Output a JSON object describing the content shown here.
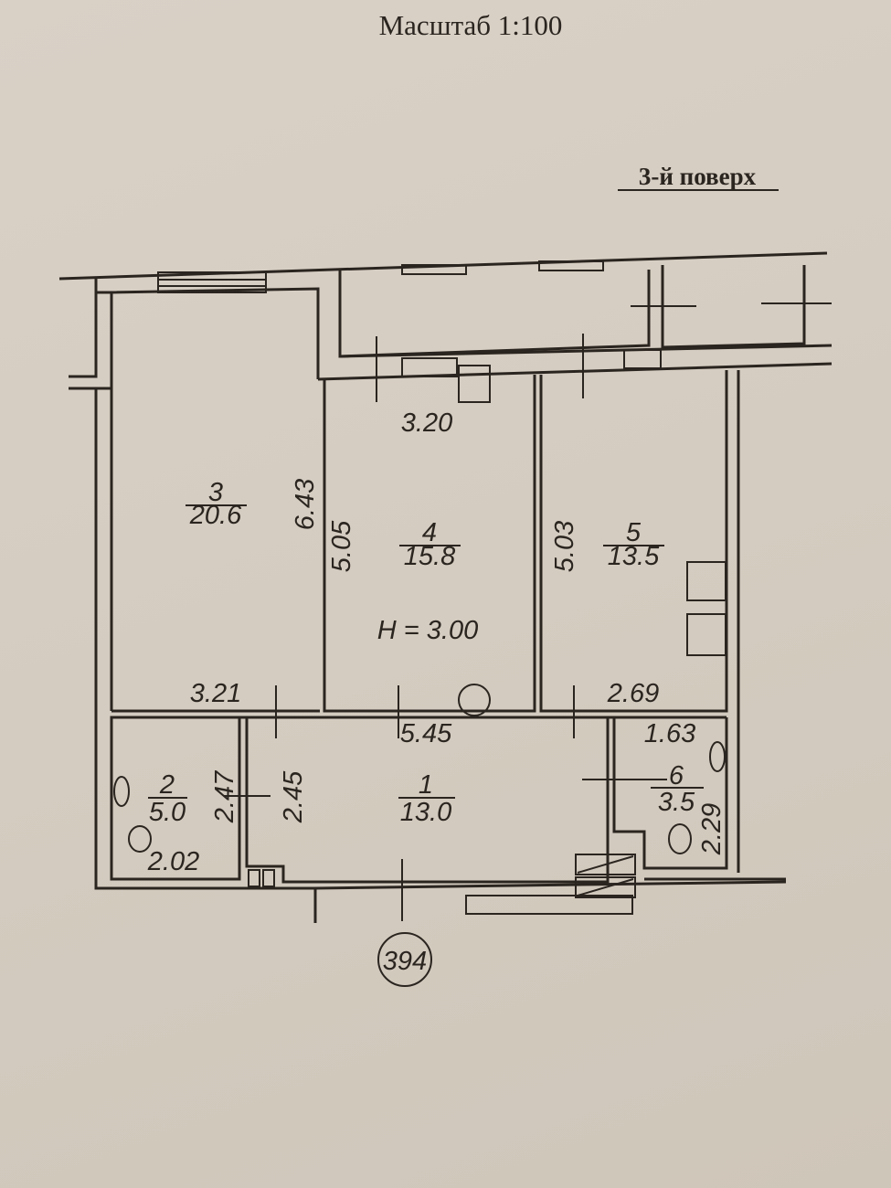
{
  "header": {
    "scale": "Масштаб 1:100",
    "floor": "3-й поверх"
  },
  "rooms": [
    {
      "number": "3",
      "area": "20.6"
    },
    {
      "number": "4",
      "area": "15.8"
    },
    {
      "number": "5",
      "area": "13.5"
    },
    {
      "number": "2",
      "area": "5.0"
    },
    {
      "number": "1",
      "area": "13.0"
    },
    {
      "number": "6",
      "area": "3.5"
    }
  ],
  "dimensions": {
    "room4_width": "3.20",
    "room3_length": "6.43",
    "room4_length": "5.05",
    "room5_length": "5.03",
    "room3_width": "3.21",
    "room5_width": "2.69",
    "room1_width": "5.45",
    "room6_width": "1.63",
    "room2_length": "2.47",
    "room1_length": "2.45",
    "room6_length": "2.29",
    "room2_width": "2.02"
  },
  "ceiling_height": "H = 3.00",
  "apartment_number": "394"
}
